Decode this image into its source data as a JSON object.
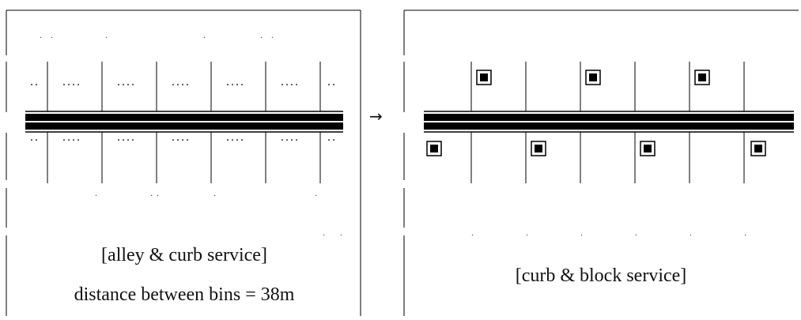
{
  "left_panel": {
    "caption_line1": "[alley & curb service]",
    "caption_line2": "distance between bins = 38m",
    "lot_marks": "....",
    "edge_marks": "..",
    "scatter_marks": "."
  },
  "right_panel": {
    "caption": "[curb & block service]",
    "top_bin_count": 3,
    "bottom_bin_count": 4
  },
  "transition": {
    "arrow": "→"
  },
  "colors": {
    "ink": "#000000",
    "background": "#ffffff"
  }
}
